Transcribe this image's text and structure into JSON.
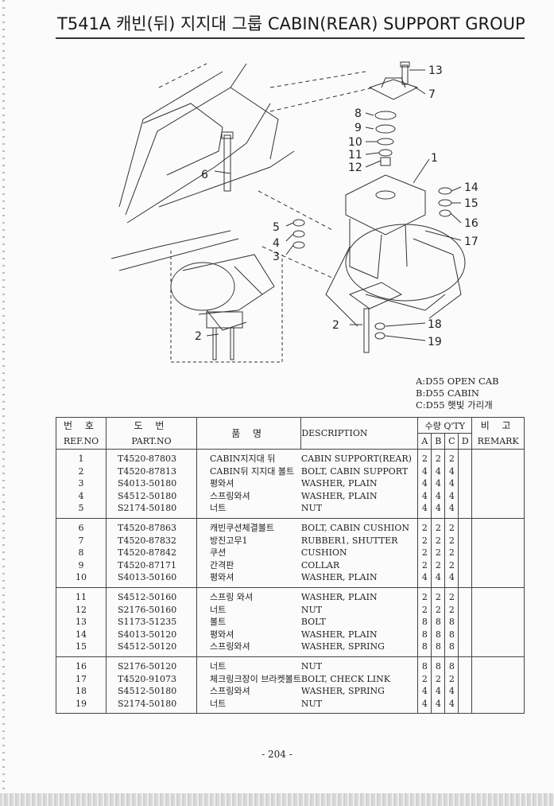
{
  "title": "T541A 캐빈(뒤) 지지대 그룹 CABIN(REAR) SUPPORT GROUP",
  "diagram": {
    "callouts": [
      "13",
      "7",
      "8",
      "9",
      "10",
      "11",
      "12",
      "1",
      "6",
      "14",
      "15",
      "16",
      "17",
      "5",
      "4",
      "3",
      "2",
      "18",
      "19",
      "2"
    ]
  },
  "legend": [
    "A:D55 OPEN CAB",
    "B:D55 CABIN",
    "C:D55 햇빛 가리개"
  ],
  "table": {
    "headers": {
      "ref_ko": "번 호",
      "ref_en": "REF.NO",
      "part_ko": "도 번",
      "part_en": "PART.NO",
      "name_ko": "품 명",
      "desc": "DESCRIPTION",
      "qty_title": "수량 Q'TY",
      "qty_a": "A",
      "qty_b": "B",
      "qty_c": "C",
      "qty_d": "D",
      "remark_ko": "비 고",
      "remark_en": "REMARK"
    },
    "groups": [
      [
        {
          "ref": "1",
          "part": "T4520-87803",
          "name": "CABIN지지대 뒤",
          "desc": "CABIN SUPPORT(REAR)",
          "a": "2",
          "b": "2",
          "c": "2",
          "d": ""
        },
        {
          "ref": "2",
          "part": "T4520-87813",
          "name": "CABIN뒤 지지대 볼트",
          "desc": "BOLT, CABIN SUPPORT",
          "a": "4",
          "b": "4",
          "c": "4",
          "d": ""
        },
        {
          "ref": "3",
          "part": "S4013-50180",
          "name": "평와셔",
          "desc": "WASHER, PLAIN",
          "a": "4",
          "b": "4",
          "c": "4",
          "d": ""
        },
        {
          "ref": "4",
          "part": "S4512-50180",
          "name": "스프링와셔",
          "desc": "WASHER, PLAIN",
          "a": "4",
          "b": "4",
          "c": "4",
          "d": ""
        },
        {
          "ref": "5",
          "part": "S2174-50180",
          "name": "너트",
          "desc": "NUT",
          "a": "4",
          "b": "4",
          "c": "4",
          "d": ""
        }
      ],
      [
        {
          "ref": "6",
          "part": "T4520-87863",
          "name": "캐빈쿠션체결볼트",
          "desc": "BOLT, CABIN CUSHION",
          "a": "2",
          "b": "2",
          "c": "2",
          "d": ""
        },
        {
          "ref": "7",
          "part": "T4520-87832",
          "name": "방진고무1",
          "desc": "RUBBER1, SHUTTER",
          "a": "2",
          "b": "2",
          "c": "2",
          "d": ""
        },
        {
          "ref": "8",
          "part": "T4520-87842",
          "name": "쿠션",
          "desc": "CUSHION",
          "a": "2",
          "b": "2",
          "c": "2",
          "d": ""
        },
        {
          "ref": "9",
          "part": "T4520-87171",
          "name": "간격판",
          "desc": "COLLAR",
          "a": "2",
          "b": "2",
          "c": "2",
          "d": ""
        },
        {
          "ref": "10",
          "part": "S4013-50160",
          "name": "평와셔",
          "desc": "WASHER, PLAIN",
          "a": "4",
          "b": "4",
          "c": "4",
          "d": ""
        }
      ],
      [
        {
          "ref": "11",
          "part": "S4512-50160",
          "name": "스프링 와셔",
          "desc": "WASHER, PLAIN",
          "a": "2",
          "b": "2",
          "c": "2",
          "d": ""
        },
        {
          "ref": "12",
          "part": "S2176-50160",
          "name": "너트",
          "desc": "NUT",
          "a": "2",
          "b": "2",
          "c": "2",
          "d": ""
        },
        {
          "ref": "13",
          "part": "S1173-51235",
          "name": "볼트",
          "desc": "BOLT",
          "a": "8",
          "b": "8",
          "c": "8",
          "d": ""
        },
        {
          "ref": "14",
          "part": "S4013-50120",
          "name": "평와셔",
          "desc": "WASHER, PLAIN",
          "a": "8",
          "b": "8",
          "c": "8",
          "d": ""
        },
        {
          "ref": "15",
          "part": "S4512-50120",
          "name": "스프링와셔",
          "desc": "WASHER, SPRING",
          "a": "8",
          "b": "8",
          "c": "8",
          "d": ""
        }
      ],
      [
        {
          "ref": "16",
          "part": "S2176-50120",
          "name": "너트",
          "desc": "NUT",
          "a": "8",
          "b": "8",
          "c": "8",
          "d": ""
        },
        {
          "ref": "17",
          "part": "T4520-91073",
          "name": "체크링크장이 브라켓볼트",
          "desc": "BOLT, CHECK LINK",
          "a": "2",
          "b": "2",
          "c": "2",
          "d": ""
        },
        {
          "ref": "18",
          "part": "S4512-50180",
          "name": "스프링와셔",
          "desc": "WASHER, SPRING",
          "a": "4",
          "b": "4",
          "c": "4",
          "d": ""
        },
        {
          "ref": "19",
          "part": "S2174-50180",
          "name": "너트",
          "desc": "NUT",
          "a": "4",
          "b": "4",
          "c": "4",
          "d": ""
        }
      ]
    ]
  },
  "page_number": "- 204 -"
}
